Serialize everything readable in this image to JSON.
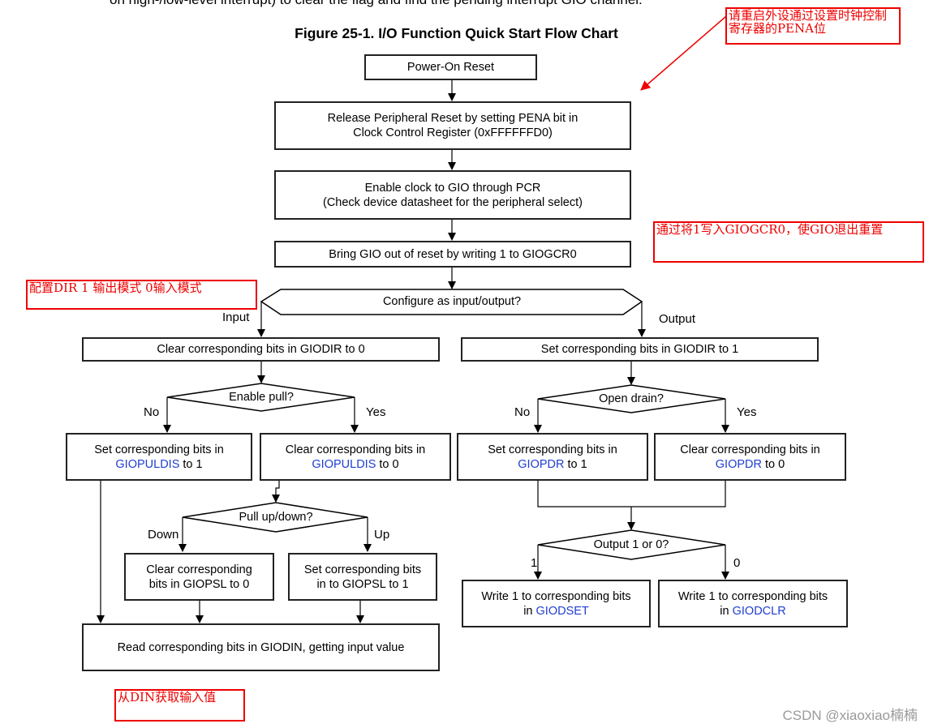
{
  "page": {
    "cut_text": "on high-/low-level interrupt) to clear the flag and find the pending interrupt GIO channel.",
    "figure_title": "Figure 25-1. I/O Function Quick Start Flow Chart",
    "watermark": "CSDN @xiaoxiao楠楠"
  },
  "flow": {
    "power_on": "Power-On Reset",
    "release_1": "Release Peripheral Reset by setting PENA bit in",
    "release_2": "Clock Control Register (0xFFFFFFD0)",
    "enable_1": "Enable clock to GIO through PCR",
    "enable_2": "(Check device datasheet for the peripheral select)",
    "bring_gio": "Bring GIO out of reset by writing 1 to GIOGCR0",
    "configure": "Configure as input/output?",
    "label_input": "Input",
    "label_output": "Output",
    "clear_dir": "Clear corresponding bits in GIODIR to 0",
    "set_dir": "Set corresponding bits in GIODIR to 1",
    "enable_pull": "Enable pull?",
    "open_drain": "Open drain?",
    "no": "No",
    "yes": "Yes",
    "set_pulldis_1": "Set corresponding bits in",
    "set_pulldis_reg": "GIOPULDIS",
    "set_pulldis_tail": " to 1",
    "clear_pulldis_1": "Clear corresponding bits in",
    "clear_pulldis_reg": "GIOPULDIS",
    "clear_pulldis_tail": " to 0",
    "set_pdr_1": "Set corresponding bits in",
    "set_pdr_reg": "GIOPDR",
    "set_pdr_tail": " to 1",
    "clear_pdr_1": "Clear corresponding bits in",
    "clear_pdr_reg": "GIOPDR",
    "clear_pdr_tail": " to 0",
    "pull_updown": "Pull up/down?",
    "label_down": "Down",
    "label_up": "Up",
    "clear_psl_1": "Clear corresponding",
    "clear_psl_2": "bits in GIOPSL to 0",
    "set_psl_1": "Set corresponding bits",
    "set_psl_2": "in  to GIOPSL to 1",
    "output_1or0": "Output 1 or 0?",
    "label_one": "1",
    "label_zero": "0",
    "write1_set_1": "Write 1 to corresponding bits",
    "write1_set_pre": "in ",
    "write1_set_reg": "GIODSET",
    "write1_clr_1": "Write 1 to  corresponding bits",
    "write1_clr_pre": "in ",
    "write1_clr_reg": "GIODCLR",
    "read_din": "Read corresponding bits in GIODIN, getting input value"
  },
  "annotations": {
    "pena_note": "请重启外设通过设置时钟控制寄存器的PENA位",
    "giogcr_note": "通过将1写入GIOGCR0，使GIO退出重置",
    "dir_note": "配置DIR 1 输出模式  0输入模式",
    "din_note": "从DIN获取输入值",
    "annotation_color": "#e00000",
    "register_color": "#1f3fd1"
  }
}
